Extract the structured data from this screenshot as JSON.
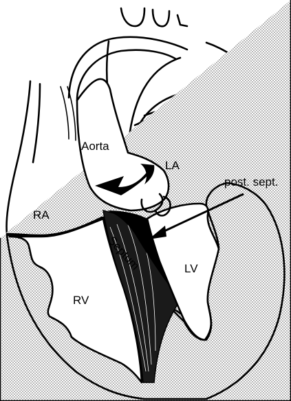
{
  "labels": {
    "aorta": "Aorta",
    "la": "LA",
    "ra": "RA",
    "rv": "RV",
    "lv": "LV",
    "septum": "Septum",
    "post_sept": "post. sept."
  },
  "colors": {
    "ink": "#000000",
    "stipple_dot": "#555555",
    "background": "#ffffff"
  }
}
